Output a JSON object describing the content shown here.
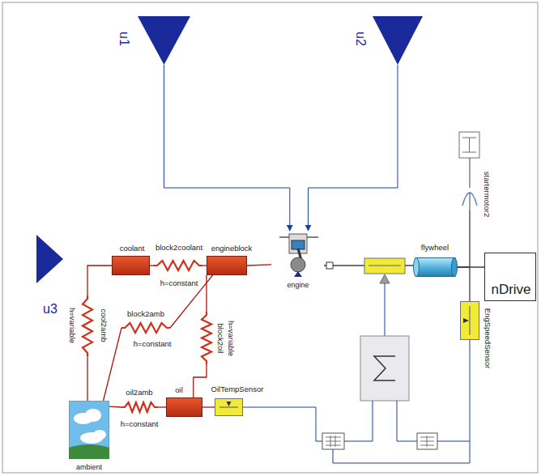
{
  "diagram": {
    "nodes": [
      {
        "text": [
          "u1"
        ]
      },
      {
        "text": [
          "u2"
        ]
      },
      {
        "text": [
          "u3"
        ]
      },
      {
        "text": [
          "coolant"
        ]
      },
      {
        "text": [
          "block2coolant",
          "h=constant"
        ]
      },
      {
        "text": [
          "engineblock"
        ]
      },
      {
        "text": [
          "cool2amb",
          "h=variable"
        ]
      },
      {
        "text": [
          "block2amb",
          "h=constant"
        ]
      },
      {
        "text": [
          "block2oil",
          "h=variable"
        ]
      },
      {
        "text": [
          "oil2amb",
          "h=constant"
        ]
      },
      {
        "text": [
          "oil"
        ]
      },
      {
        "text": [
          "OilTempSensor"
        ]
      },
      {
        "text": [
          "ambient"
        ]
      },
      {
        "text": [
          "engine"
        ]
      },
      {
        "text": [
          "flywheel"
        ]
      },
      {
        "text": [
          "startermotor2"
        ]
      },
      {
        "text": [
          "EngSpeedSensor"
        ]
      },
      {
        "text": [
          "nDrive"
        ]
      }
    ],
    "edges": [
      {
        "from": 0,
        "to": 13,
        "arrow": "to"
      },
      {
        "from": 1,
        "to": 13,
        "arrow": "to"
      },
      {
        "from": 3,
        "to": 4,
        "arrow": "none"
      },
      {
        "from": 4,
        "to": 5,
        "arrow": "none"
      },
      {
        "from": 5,
        "to": 13,
        "arrow": "none"
      },
      {
        "from": 3,
        "to": 6,
        "arrow": "none"
      },
      {
        "from": 6,
        "to": 12,
        "arrow": "none"
      },
      {
        "from": 5,
        "to": 7,
        "arrow": "none"
      },
      {
        "from": 7,
        "to": 12,
        "arrow": "none"
      },
      {
        "from": 5,
        "to": 8,
        "arrow": "none"
      },
      {
        "from": 8,
        "to": 10,
        "arrow": "none"
      },
      {
        "from": 12,
        "to": 9,
        "arrow": "none"
      },
      {
        "from": 9,
        "to": 10,
        "arrow": "none"
      },
      {
        "from": 10,
        "to": 11,
        "arrow": "none"
      },
      {
        "from": 15,
        "to": 14,
        "arrow": "none"
      },
      {
        "from": 14,
        "to": 17,
        "arrow": "none"
      },
      {
        "from": 14,
        "to": 16,
        "arrow": "none"
      }
    ]
  }
}
